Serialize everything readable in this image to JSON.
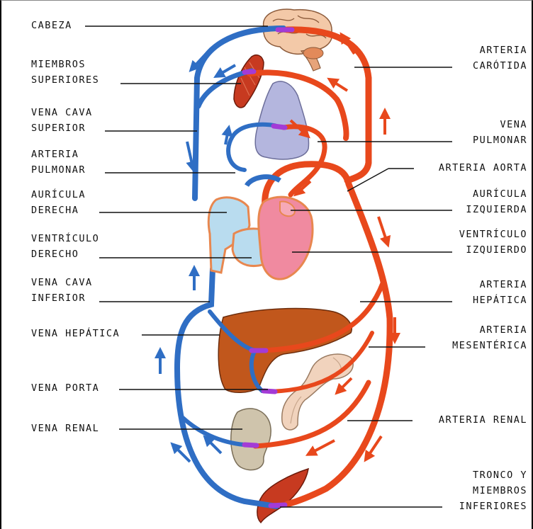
{
  "labels_left": {
    "cabeza": [
      "CABEZA"
    ],
    "miembros_superiores": [
      "MIEMBROS",
      "SUPERIORES"
    ],
    "vena_cava_superior": [
      "VENA CAVA",
      "SUPERIOR"
    ],
    "arteria_pulmonar": [
      "ARTERIA",
      "PULMONAR"
    ],
    "auricula_derecha": [
      "AURÍCULA",
      "DERECHA"
    ],
    "ventriculo_derecho": [
      "VENTRÍCULO",
      "DERECHO"
    ],
    "vena_cava_inferior": [
      "VENA CAVA",
      "INFERIOR"
    ],
    "vena_hepatica": [
      "VENA HEPÁTICA"
    ],
    "vena_porta": [
      "VENA PORTA"
    ],
    "vena_renal": [
      "VENA RENAL"
    ]
  },
  "labels_right": {
    "arteria_carotida": [
      "ARTERIA",
      "CARÓTIDA"
    ],
    "vena_pulmonar": [
      "VENA",
      "PULMONAR"
    ],
    "arteria_aorta": [
      "ARTERIA AORTA"
    ],
    "auricula_izquierda": [
      "AURÍCULA",
      "IZQUIERDA"
    ],
    "ventriculo_izquierdo": [
      "VENTRÍCULO",
      "IZQUIERDO"
    ],
    "arteria_hepatica": [
      "ARTERIA",
      "HEPÁTICA"
    ],
    "arteria_mesenterica": [
      "ARTERIA",
      "MESENTÉRICA"
    ],
    "arteria_renal": [
      "ARTERIA RENAL"
    ],
    "tronco_miembros_inferiores": [
      "TRONCO Y",
      "MIEMBROS",
      "INFERIORES"
    ]
  },
  "colors": {
    "vein": "#2f6ec4",
    "artery": "#e8481c",
    "capillary": "#a33bd6",
    "deoxygenated_chamber": "#b9dcef",
    "oxygenated_chamber": "#f08aa0",
    "liver": "#c1571c",
    "lung": "#b4b6de",
    "kidney": "#cfc4ac",
    "intestine": "#f1d3bd",
    "muscle": "#c73a20",
    "brain": "#e9ad86"
  }
}
